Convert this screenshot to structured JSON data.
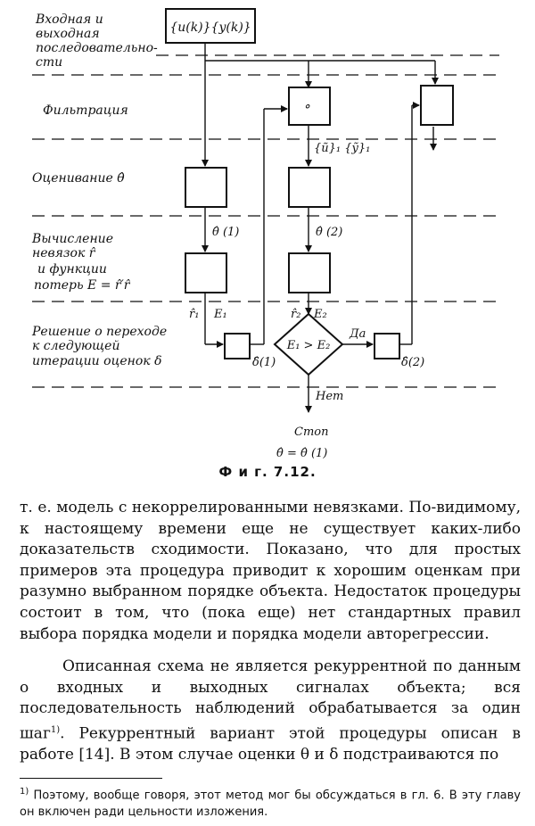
{
  "figure": {
    "stages": {
      "input_line1": "Входная и",
      "input_line2": "выходная",
      "input_line3": "последовательно-",
      "input_line4": "сти",
      "filter": "Фильтрация",
      "estimate": "Оценивание θ̂",
      "residual_line1": "Вычисление",
      "residual_line2": "невязок r̂",
      "residual_line3": "и функции",
      "residual_line4": "потерь E = r̂′r̂",
      "decision_line1": "Решение о переходе",
      "decision_line2": "к следующей",
      "decision_line3": "итерации оценок δ"
    },
    "input_box": "{u(k)}{y(k)}",
    "filter_box_symbol": "⚬",
    "filtered_signals": "{ũ}₁ {ỹ}₁",
    "theta1": "θ̂ (1)",
    "theta2": "θ̂ (2)",
    "r1": "r̂₁",
    "e1": "E₁",
    "r2": "r̂₂",
    "e2": "E₂",
    "delta1": "δ̂(1)",
    "delta2": "δ̂(2)",
    "condition": "E₁ > E₂",
    "yes": "Да",
    "no": "Нет",
    "stop": "Стоп",
    "result": "θ̂ = θ̂ (1)",
    "caption": "Ф и г. 7.12."
  },
  "body": {
    "p1": "т. е. модель с некоррелированными невязками. По-видимому, к настоящему времени еще не существует каких-либо доказательств сходимости. Показано, что для простых примеров эта процедура приводит к хорошим оценкам при разумно выбранном порядке объекта. Недостаток процедуры состоит в том, что (пока еще) нет стандартных правил выбора порядка модели и порядка модели авторегрессии.",
    "p2": "Описанная схема не является рекуррентной по данным о входных и выходных сигналах объекта; вся последовательность наблюдений обрабатывается за один шаг",
    "p2_fnref": "1)",
    "p2_cont": ". Рекуррентный вариант этой процедуры описан в работе [14]. В этом случае оценки θ и δ подстраиваются по",
    "fn_mark": "1)",
    "fn_text": " Поэтому, вообще говоря, этот метод мог бы обсуждаться в гл. 6. В эту главу он включен ради цельности изложения."
  }
}
